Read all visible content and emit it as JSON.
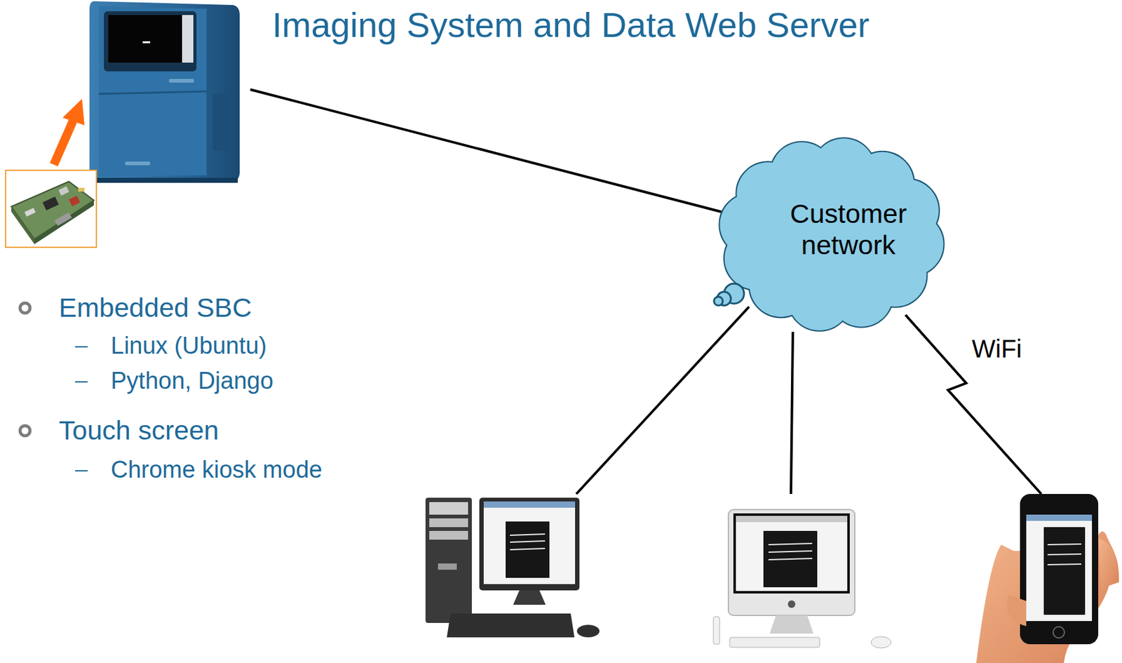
{
  "diagram": {
    "title": "Imaging System and Data Web Server",
    "nodes": [
      {
        "text": [
          "Customer network"
        ]
      }
    ],
    "labels": [
      "Embedded SBC",
      "Linux (Ubuntu)",
      "Python, Django",
      "Touch screen",
      "Chrome kiosk mode",
      "WiFi"
    ]
  }
}
